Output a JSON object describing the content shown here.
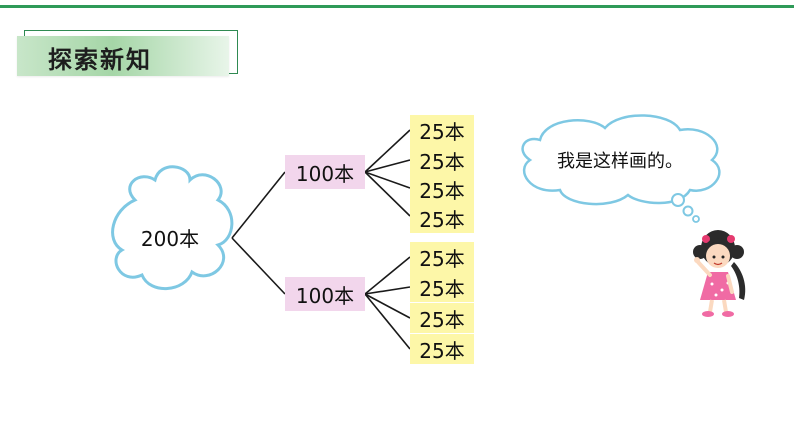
{
  "header": {
    "title": "探索新知"
  },
  "diagram": {
    "root": "200本",
    "branches": [
      {
        "label": "100本",
        "leaves": [
          "25本",
          "25本",
          "25本",
          "25本"
        ]
      },
      {
        "label": "100本",
        "leaves": [
          "25本",
          "25本",
          "25本",
          "25本"
        ]
      }
    ]
  },
  "speech": {
    "text": "我是这样画的。"
  },
  "colors": {
    "accent_green": "#2f9a58",
    "cloud_border": "#7ec8e3",
    "mid_box": "#f2d6ec",
    "leaf_box": "#fdf7a8"
  }
}
